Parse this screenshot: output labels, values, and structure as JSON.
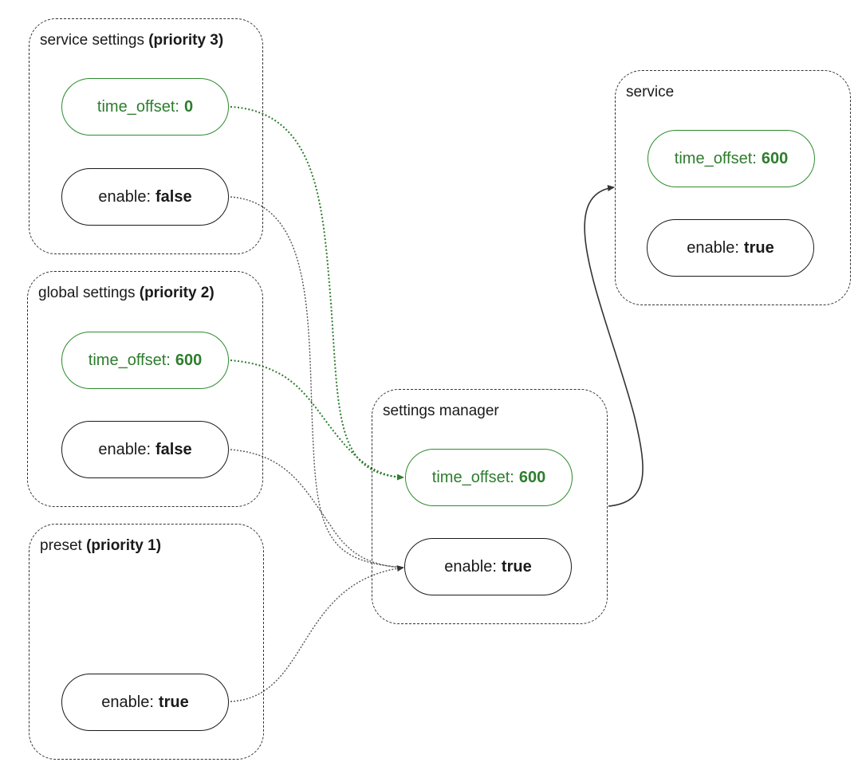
{
  "colors": {
    "green": "#2e7d2e",
    "green_border": "#2e8b2e",
    "dark": "#1a1a1a",
    "dotted_gray": "#555555"
  },
  "groups": {
    "service_settings": {
      "title": "service settings",
      "priority": "(priority 3)",
      "time_offset": {
        "key": "time_offset:",
        "value": "0"
      },
      "enable": {
        "key": "enable:",
        "value": "false"
      }
    },
    "global_settings": {
      "title": "global settings",
      "priority": "(priority 2)",
      "time_offset": {
        "key": "time_offset:",
        "value": "600"
      },
      "enable": {
        "key": "enable:",
        "value": "false"
      }
    },
    "preset": {
      "title": "preset",
      "priority": "(priority 1)",
      "enable": {
        "key": "enable:",
        "value": "true"
      }
    },
    "settings_manager": {
      "title": "settings manager",
      "time_offset": {
        "key": "time_offset:",
        "value": "600"
      },
      "enable": {
        "key": "enable:",
        "value": "true"
      }
    },
    "service": {
      "title": "service",
      "time_offset": {
        "key": "time_offset:",
        "value": "600"
      },
      "enable": {
        "key": "enable:",
        "value": "true"
      }
    }
  }
}
